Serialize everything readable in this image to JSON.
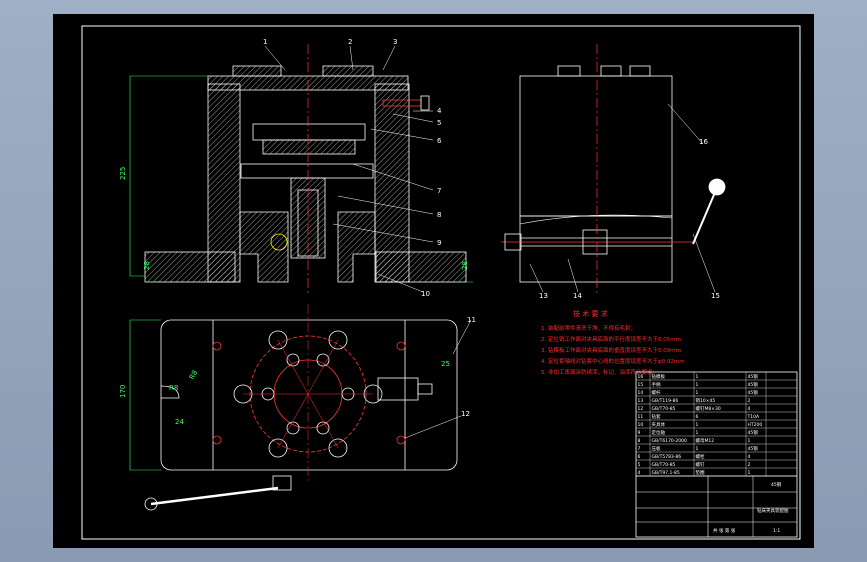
{
  "drawing": {
    "part_labels": [
      "1",
      "2",
      "3",
      "4",
      "5",
      "6",
      "7",
      "8",
      "9",
      "10",
      "11",
      "12",
      "13",
      "14",
      "15",
      "16"
    ],
    "dimensions": {
      "front_height": "225",
      "foot_left": "28",
      "foot_right": "28",
      "plan_height": "170",
      "plan_r_left": "R8",
      "plan_r_left2": "R8",
      "plan_24": "24",
      "plan_25": "25"
    },
    "requirements": {
      "title": "技 术 要 求",
      "items": [
        "1. 装配前零件清洗干净，不得有毛刺；",
        "2. 定位销工作面对夹具底面的平行度误差不大于0.05mm",
        "3. 钻模板工作面对夹具底面的垂直度误差不大于0.09mm",
        "4. 定位套轴线对钻套中心线的位置度误差不大于φ0.02mm",
        "5. 非加工表面涂防锈漆，标记、油漆符合要求。"
      ]
    },
    "title_block": {
      "rows": [
        [
          "16",
          "钻模板",
          "1",
          "45钢"
        ],
        [
          "15",
          "手柄",
          "1",
          "45钢"
        ],
        [
          "14",
          "螺杆",
          "1",
          "45钢"
        ],
        [
          "13",
          "GB/T119-86",
          "销10×45",
          "2"
        ],
        [
          "12",
          "GB/T70-85",
          "螺钉M8×30",
          "4"
        ],
        [
          "11",
          "钻套",
          "6",
          "T10A"
        ],
        [
          "10",
          "夹具体",
          "1",
          "HT200"
        ],
        [
          "9",
          "定位轴",
          "1",
          "45钢"
        ],
        [
          "8",
          "GB/T6170-2000",
          "螺母M12",
          "1"
        ],
        [
          "7",
          "压板",
          "1",
          "45钢"
        ],
        [
          "6",
          "GB/T5783-86",
          "螺栓",
          "4"
        ],
        [
          "5",
          "GB/T70-85",
          "螺钉",
          "2"
        ],
        [
          "4",
          "GB/T97.1-85",
          "垫圈",
          "1"
        ]
      ],
      "drawing_name": "钻床夹具装配图",
      "scale": "1:1",
      "material": "45钢",
      "sheet_label": "共 张 第 张"
    }
  }
}
